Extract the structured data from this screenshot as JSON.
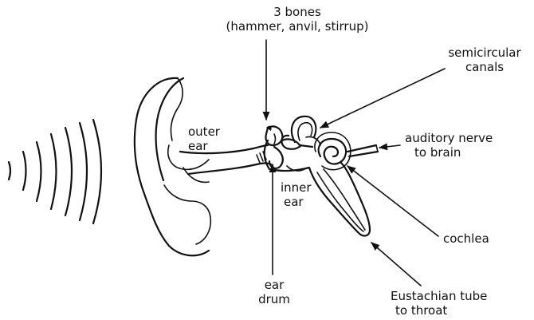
{
  "labels": {
    "bones_line1": "3 bones",
    "bones_line2": "(hammer, anvil, stirrup)",
    "canals_line1": "semicircular",
    "canals_line2": "canals",
    "outer_line1": "outer",
    "outer_line2": "ear",
    "nerve_line1": "auditory nerve",
    "nerve_line2": "to brain",
    "inner_line1": "inner",
    "inner_line2": "ear",
    "cochlea": "cochlea",
    "drum_line1": "ear",
    "drum_line2": "drum",
    "tube_line1": "Eustachian tube",
    "tube_line2": "to throat"
  },
  "colors": {
    "ink": "#111111",
    "background": "#ffffff"
  }
}
